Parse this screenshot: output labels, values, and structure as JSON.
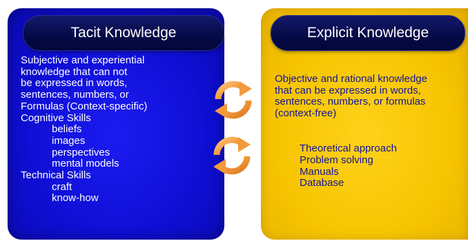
{
  "tacit": {
    "title": "Tacit Knowledge",
    "lines": [
      "Subjective and experiential",
      "knowledge that can not",
      "be expressed in words,",
      "sentences, numbers, or",
      "Formulas (Context-specific)",
      "Cognitive Skills",
      "beliefs",
      "images",
      "perspectives",
      "mental models",
      "Technical Skills",
      "craft",
      "know-how"
    ]
  },
  "explicit": {
    "title": "Explicit Knowledge",
    "description_lines": [
      "Objective and rational knowledge",
      "that can be expressed in words,",
      "sentences, numbers, or formulas",
      "(context-free)"
    ],
    "items": [
      "Theoretical approach",
      "Problem solving",
      "Manuals",
      "Database"
    ]
  },
  "icons": {
    "cycle_top": "conversion-cycle-icon",
    "cycle_bottom": "conversion-cycle-icon"
  },
  "colors": {
    "tacit_panel": "#1414e6",
    "explicit_panel": "#f6c400",
    "pill": "#050a46",
    "arrow": "#f29a3c",
    "explicit_text": "#14149a"
  }
}
